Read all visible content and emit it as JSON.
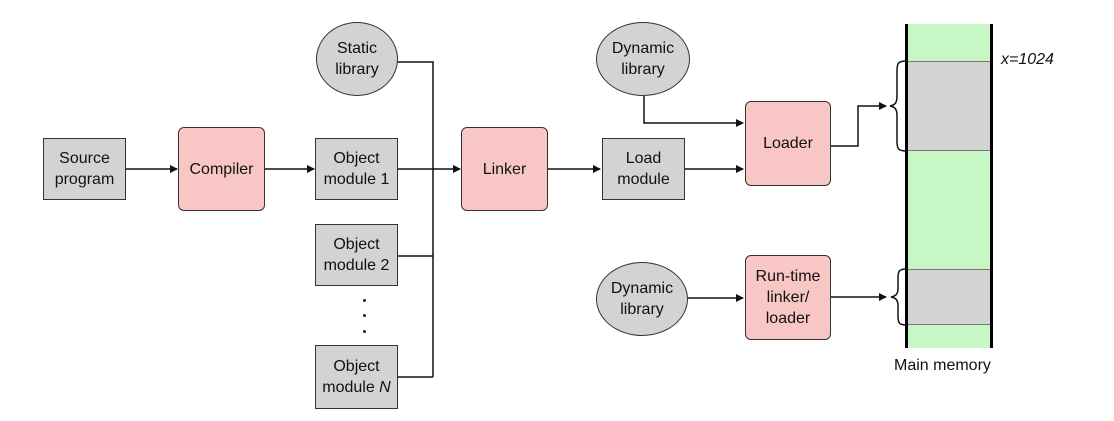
{
  "nodes": {
    "source_program": "Source\nprogram",
    "compiler": "Compiler",
    "static_library": "Static\nlibrary",
    "object_module_1": "Object\nmodule 1",
    "object_module_2": "Object\nmodule 2",
    "object_module_n_prefix": "Object\nmodule ",
    "object_module_n_var": "N",
    "linker": "Linker",
    "load_module": "Load\nmodule",
    "dynamic_library_top": "Dynamic\nlibrary",
    "loader": "Loader",
    "dynamic_library_bottom": "Dynamic\nlibrary",
    "runtime_linker_loader": "Run-time\nlinker/\nloader"
  },
  "memory": {
    "address_label": "x=1024",
    "caption": "Main memory"
  },
  "colors": {
    "module_fill": "#d3d3d3",
    "process_fill": "#f9c6c6",
    "memory_fill": "#c7f7c4"
  }
}
